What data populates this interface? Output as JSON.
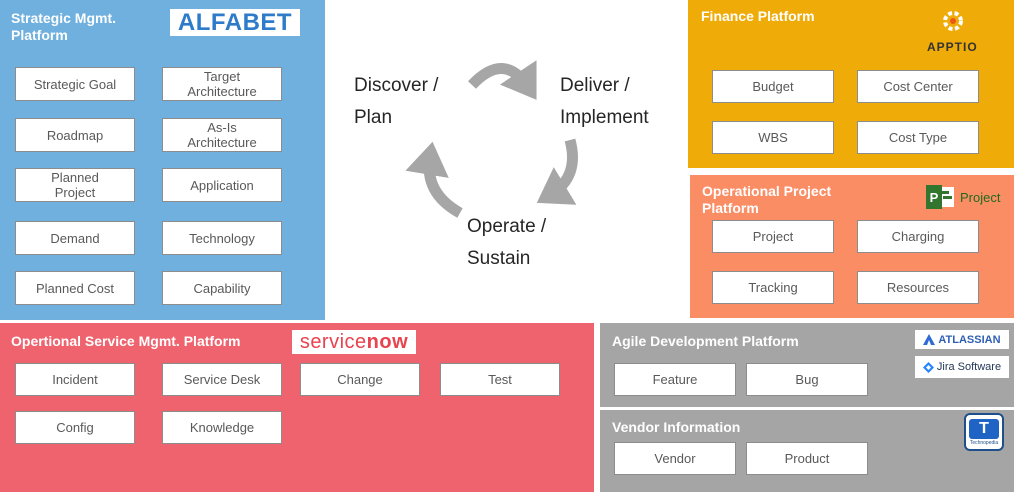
{
  "strategic": {
    "title_line1": "Strategic Mgmt.",
    "title_line2": "Platform",
    "logo": "ALFABET",
    "items": [
      {
        "l1": "Strategic Goal",
        "l2": ""
      },
      {
        "l1": "Target",
        "l2": "Architecture"
      },
      {
        "l1": "Roadmap",
        "l2": ""
      },
      {
        "l1": "As-Is",
        "l2": "Architecture"
      },
      {
        "l1": "Planned",
        "l2": "Project"
      },
      {
        "l1": "Application",
        "l2": ""
      },
      {
        "l1": "Demand",
        "l2": ""
      },
      {
        "l1": "Technology",
        "l2": ""
      },
      {
        "l1": "Planned Cost",
        "l2": ""
      },
      {
        "l1": "Capability",
        "l2": ""
      }
    ]
  },
  "cycle": {
    "discover_l1": "Discover /",
    "discover_l2": "Plan",
    "deliver_l1": "Deliver /",
    "deliver_l2": "Implement",
    "operate_l1": "Operate /",
    "operate_l2": "Sustain"
  },
  "finance": {
    "title": "Finance  Platform",
    "logo": "APPTIO",
    "items": [
      "Budget",
      "Cost Center",
      "WBS",
      "Cost Type"
    ]
  },
  "opproject": {
    "title_line1": "Operational  Project",
    "title_line2": "Platform",
    "logo": "Project",
    "items": [
      "Project",
      "Charging",
      "Tracking",
      "Resources"
    ]
  },
  "service": {
    "title": "Opertional  Service  Mgmt.  Platform",
    "logo_a": "service",
    "logo_b": "now",
    "items": [
      "Incident",
      "Service Desk",
      "Change",
      "Test",
      "Config",
      "Knowledge"
    ]
  },
  "agile": {
    "title": "Agile  Development  Platform",
    "logo1": "ATLASSIAN",
    "logo2": "Jira Software",
    "items": [
      "Feature",
      "Bug"
    ]
  },
  "vendor": {
    "title": "Vendor  Information",
    "logo_letter": "T",
    "logo_sub": "Technopedia",
    "items": [
      "Vendor",
      "Product"
    ]
  },
  "colors": {
    "strategic": "#6fb0de",
    "finance": "#efab08",
    "opproject": "#fb8d65",
    "service": "#ee636e",
    "grey": "#a5a5a5",
    "arrow": "#a6a6a6"
  },
  "icons": [
    "cycle-arrow-icon",
    "apptio-logo-icon",
    "ms-project-icon",
    "atlassian-icon",
    "jira-icon",
    "technopedia-icon"
  ]
}
